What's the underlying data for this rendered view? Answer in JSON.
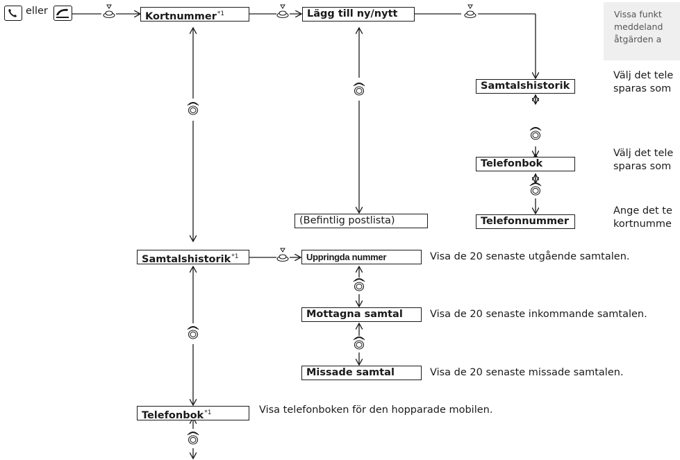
{
  "top": {
    "or_label": "eller",
    "phone_icon": "phone-icon",
    "talk_icon": "talk-button-icon"
  },
  "boxes": {
    "kortnummer": "Kortnummer",
    "lagg_till": "Lägg till ny/nytt",
    "samtalshistorik_r": "Samtalshistorik",
    "telefonbok_r": "Telefonbok",
    "telefonnummer_r": "Telefonnummer",
    "befintlig": "(Befintlig postlista)",
    "samtalshistorik": "Samtalshistorik",
    "uppringda": "Uppringda nummer",
    "mottagna": "Mottagna samtal",
    "missade": "Missade samtal",
    "telefonbok": "Telefonbok"
  },
  "footnote_mark": "*1",
  "descriptions": {
    "samtalshistorik_r": [
      "Välj det tele",
      "sparas som"
    ],
    "telefonbok_r": [
      "Välj det tele",
      "sparas som"
    ],
    "telefonnummer_r": [
      "Ange det te",
      "kortnumme"
    ],
    "uppringda": "Visa de 20 senaste utgående samtalen.",
    "mottagna": "Visa de 20 senaste inkommande samtalen.",
    "missade": "Visa de 20 senaste missade samtalen.",
    "telefonbok": "Visa telefonboken för den hopparade mobilen."
  },
  "note": [
    "Vissa funkt",
    "meddeland",
    "åtgärden a"
  ],
  "icons": {
    "press": "interface-dial-press-icon",
    "rotate": "interface-dial-rotate-icon"
  }
}
